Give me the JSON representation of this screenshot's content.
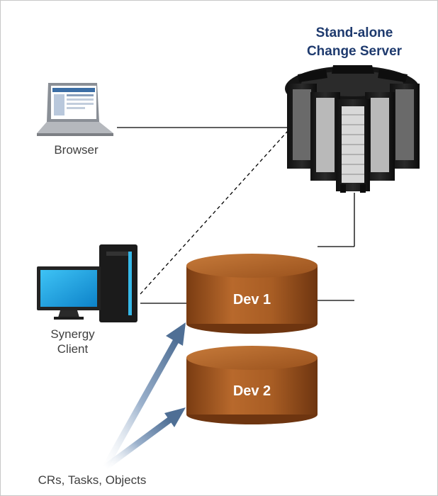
{
  "title": {
    "line1": "Stand-alone",
    "line2": "Change Server"
  },
  "nodes": {
    "browser": "Browser",
    "client_line1": "Synergy",
    "client_line2": "Client",
    "dev1": "Dev 1",
    "dev2": "Dev 2",
    "inputs": "CRs, Tasks, Objects"
  },
  "colors": {
    "title": "#1e3a6e",
    "cylinder": "#a65a22",
    "arrow": "#4f6f95",
    "server": "#1a1a1a",
    "monitor_screen": "#1ea6e8"
  },
  "icons": [
    "laptop-icon",
    "server-cluster-icon",
    "desktop-computer-icon",
    "database-cylinder-icon"
  ]
}
